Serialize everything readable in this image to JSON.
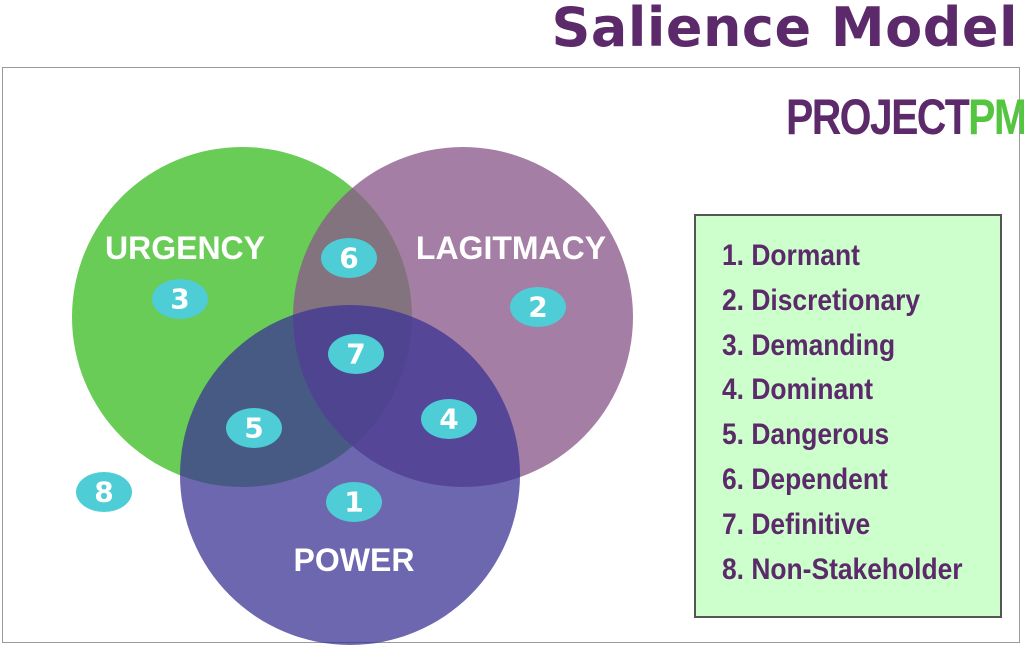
{
  "header": {
    "title": "Salience Model"
  },
  "logo": {
    "main": "PROJECT",
    "accent": "PM"
  },
  "colors": {
    "title": "#5c2a6a",
    "urgency": "#53c53f",
    "legitimacy": "#8a5a8a",
    "power": "#3c3494",
    "badge": "#4ecdd6",
    "legend_bg": "#ccffcc",
    "logo_accent": "#53c53f"
  },
  "diagram": {
    "circles": [
      {
        "key": "urgency",
        "label": "URGENCY"
      },
      {
        "key": "legitimacy",
        "label": "LAGITMACY"
      },
      {
        "key": "power",
        "label": "POWER"
      }
    ],
    "badges": [
      "1",
      "2",
      "3",
      "4",
      "5",
      "6",
      "7",
      "8"
    ]
  },
  "legend": {
    "items": [
      "1. Dormant",
      "2. Discretionary",
      "3. Demanding",
      "4. Dominant",
      "5. Dangerous",
      "6. Dependent",
      "7. Definitive",
      "8. Non-Stakeholder"
    ]
  }
}
